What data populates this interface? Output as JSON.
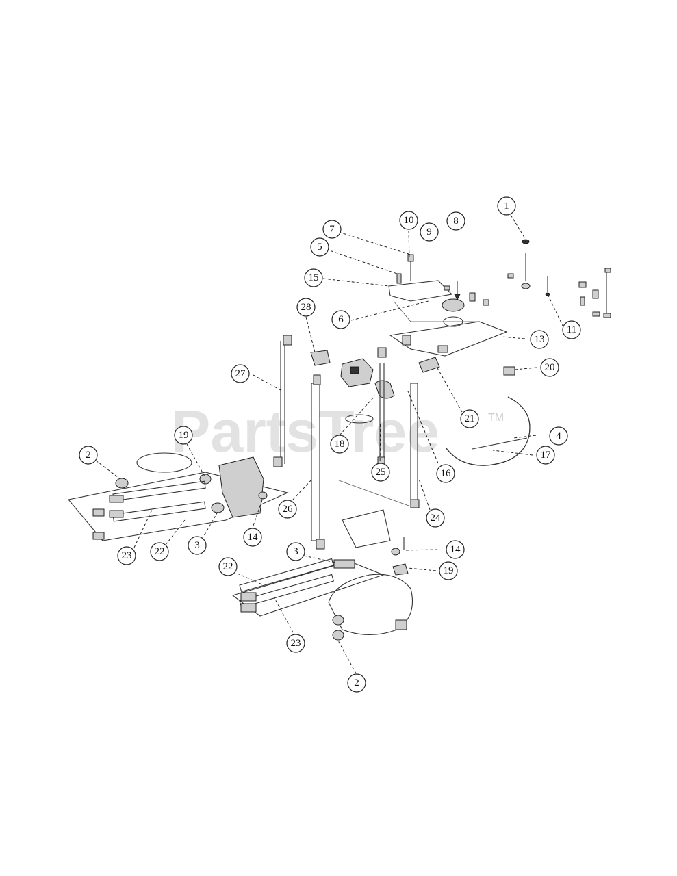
{
  "watermark": {
    "text": "PartsTree",
    "trademark": "TM"
  },
  "callouts": [
    "1",
    "2",
    "3",
    "4",
    "5",
    "6",
    "7",
    "8",
    "9",
    "10",
    "11",
    "13",
    "14",
    "15",
    "16",
    "17",
    "18",
    "19",
    "20",
    "21",
    "22",
    "23",
    "24",
    "25",
    "26",
    "27",
    "28"
  ]
}
